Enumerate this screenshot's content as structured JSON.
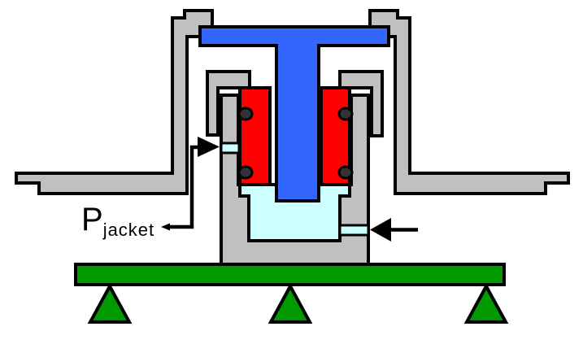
{
  "diagram": {
    "type": "mechanical-cross-section",
    "label_p_jacket": {
      "main": "P",
      "subscript": "jacket"
    },
    "annotations": {
      "left_port_arrow_direction": "right",
      "right_port_arrow_direction": "left"
    }
  },
  "palette": {
    "background": "#FFFFFF",
    "housing_gray": "#C0C0C0",
    "stem_blue": "#3366FF",
    "packing_red": "#FF0000",
    "fluid_cyan": "#CCFFFF",
    "base_green": "#009900",
    "bolt_dark": "#333333",
    "outline_black": "#000000"
  }
}
